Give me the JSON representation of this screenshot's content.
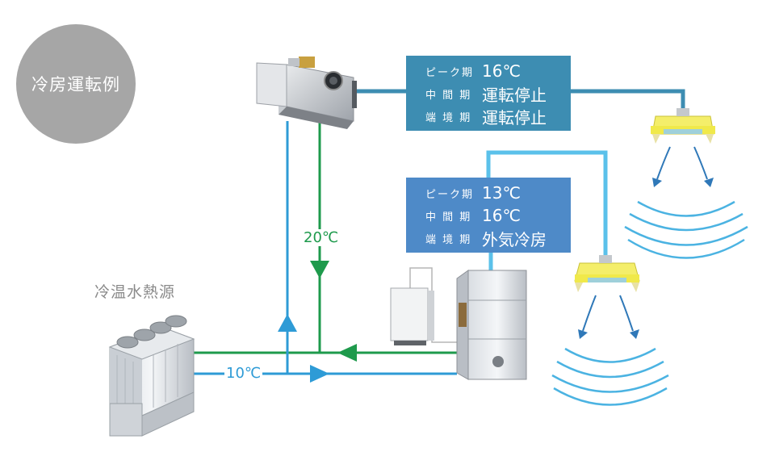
{
  "badge": {
    "text": "冷房運転例"
  },
  "heat_source_label": "冷温水熱源",
  "temps": {
    "supply_return": "20℃",
    "outside": "10℃"
  },
  "box_top": {
    "rows": [
      {
        "label": "ピーク期",
        "value": "16℃"
      },
      {
        "label": "中 間 期",
        "value": "運転停止"
      },
      {
        "label": "端 境 期",
        "value": "運転停止"
      }
    ]
  },
  "box_mid": {
    "rows": [
      {
        "label": "ピーク期",
        "value": "13℃"
      },
      {
        "label": "中 間 期",
        "value": "16℃"
      },
      {
        "label": "端 境 期",
        "value": "外気冷房"
      }
    ]
  },
  "colors": {
    "blue_pipe": "#2e9bd6",
    "green_pipe": "#1e9a4c",
    "teal_duct": "#3d8db2",
    "light_duct": "#5bc1ea",
    "badge": "#a6a6a6"
  }
}
